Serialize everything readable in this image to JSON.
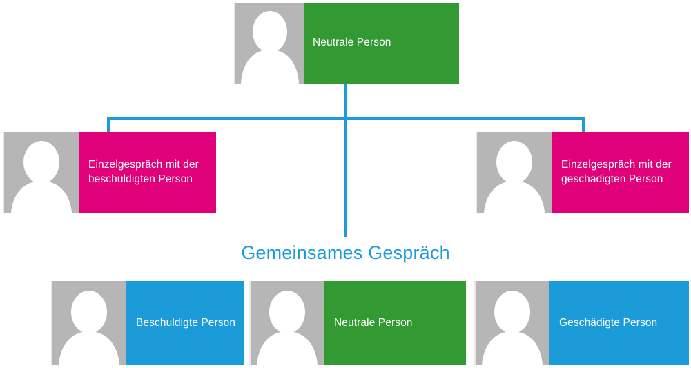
{
  "diagram": {
    "title_text": "Gemeinsames Gespräch",
    "colors": {
      "green": "#339933",
      "pink": "#e0007a",
      "blue": "#1b9bd8",
      "photo_gray": "#b6b6b6",
      "connector": "#1b9bd8",
      "label_text": "#ffffff"
    },
    "nodes": {
      "top": {
        "label": "Neutrale Person",
        "color": "green",
        "avatar": "person-silhouette-icon"
      },
      "left_branch": {
        "label": "Einzelgespräch mit der beschuldigten Person",
        "color": "pink",
        "avatar": "person-silhouette-icon"
      },
      "right_branch": {
        "label": "Einzelgespräch mit der geschädigten Person",
        "color": "pink",
        "avatar": "person-silhouette-icon"
      },
      "bottom_left": {
        "label": "Beschuldigte Person",
        "color": "blue",
        "avatar": "person-silhouette-icon"
      },
      "bottom_center": {
        "label": "Neutrale Person",
        "color": "green",
        "avatar": "person-silhouette-icon"
      },
      "bottom_right": {
        "label": "Geschädigte Person",
        "color": "blue",
        "avatar": "person-silhouette-icon"
      }
    }
  }
}
